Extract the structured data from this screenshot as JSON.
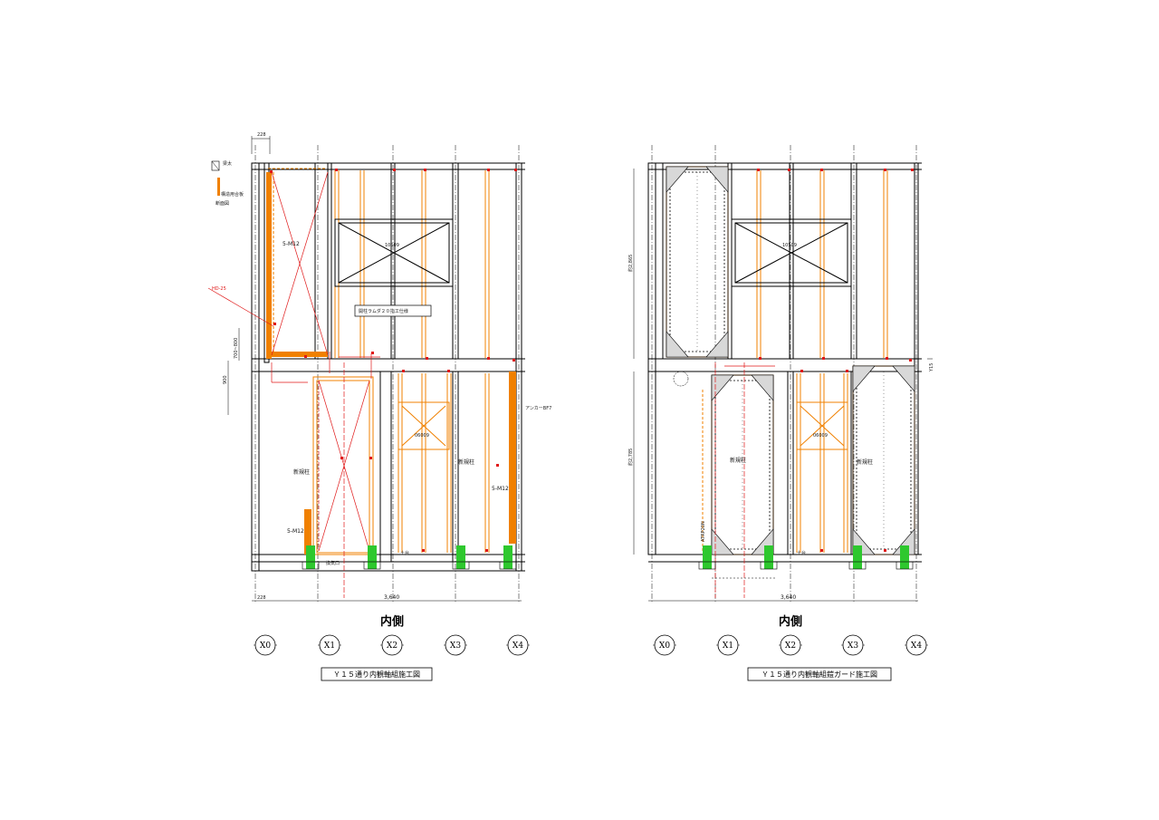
{
  "left_drawing": {
    "caption": "Ｙ１５通り内観軸組施工図",
    "inside_label": "内側",
    "axes": [
      "X0",
      "X1",
      "X2",
      "X3",
      "X4"
    ],
    "dims": {
      "left_offset": "228",
      "top_offset": "228",
      "width_total": "3,640",
      "h1": "700~800",
      "h2": "900"
    },
    "labels": {
      "upper_brace": "5-M12",
      "opening": "10509",
      "ramda": "開柱ラムダ２０指工仕様",
      "lower_x_box": "06009",
      "new_col_1": "新規柱",
      "new_col_2": "新規柱",
      "m12_right": "5-M12",
      "m12_bottom": "5-M12",
      "sill": "土台",
      "vent": "換気口",
      "right_note": "アンカーBF7",
      "top_note_1": "梁太",
      "top_note_2": "構造用合板",
      "top_note_3": "断面図",
      "red_note": "HD-25"
    }
  },
  "right_drawing": {
    "caption": "Ｙ１５通り内観軸組鎧ガード施工図",
    "inside_label": "内側",
    "axes": [
      "X0",
      "X1",
      "X2",
      "X3",
      "X4"
    ],
    "dims": {
      "width_total": "3,640",
      "v_upper": "約2,865",
      "v_lower": "約2,785",
      "right_mark": "Y15"
    },
    "labels": {
      "opening": "10509",
      "lower_x_box": "06009",
      "new_col_1": "新規柱",
      "new_col_2": "新規柱",
      "sill": "土台",
      "anchor_note": "ATRP20N"
    }
  },
  "colors": {
    "frame": "#000000",
    "orange": "#f08000",
    "red": "#e01818",
    "green": "#2ec82e"
  }
}
